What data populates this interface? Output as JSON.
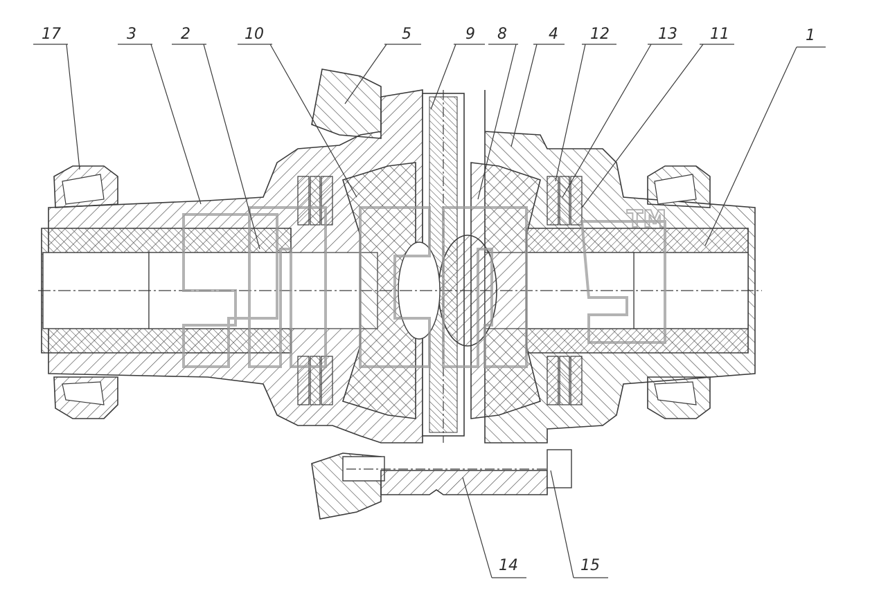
{
  "drawing": {
    "callouts": [
      {
        "id": "17",
        "label": "17"
      },
      {
        "id": "3",
        "label": "3"
      },
      {
        "id": "2",
        "label": "2"
      },
      {
        "id": "10",
        "label": "10"
      },
      {
        "id": "5",
        "label": "5"
      },
      {
        "id": "9",
        "label": "9"
      },
      {
        "id": "8",
        "label": "8"
      },
      {
        "id": "4",
        "label": "4"
      },
      {
        "id": "12",
        "label": "12"
      },
      {
        "id": "13",
        "label": "13"
      },
      {
        "id": "11",
        "label": "11"
      },
      {
        "id": "1",
        "label": "1"
      },
      {
        "id": "14",
        "label": "14"
      },
      {
        "id": "15",
        "label": "15"
      }
    ]
  },
  "watermark": {
    "trademark": "TM"
  },
  "colors": {
    "ink": "#3a3a3a",
    "hatch": "#4a4a4a",
    "background": "#ffffff",
    "watermark": "#9a9a9a"
  }
}
